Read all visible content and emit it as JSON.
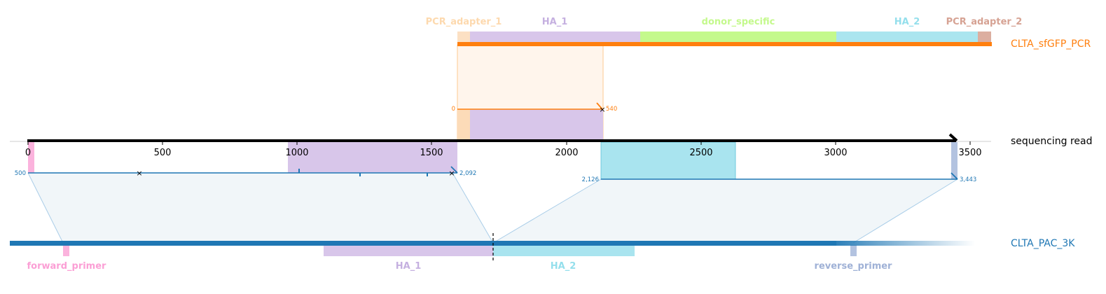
{
  "tracks": {
    "top": {
      "name": "CLTA_sfGFP_PCR",
      "color": "#ff7f0e"
    },
    "middle": {
      "name": "sequencing read",
      "color": "#000000"
    },
    "bottom": {
      "name": "CLTA_PAC_3K",
      "color": "#1f77b4"
    }
  },
  "axis": {
    "ticks": [
      "0",
      "500",
      "1000",
      "1500",
      "2000",
      "2500",
      "3000",
      "3500"
    ]
  },
  "top_features": [
    {
      "label": "PCR_adapter_1",
      "color": "#fdd9ae"
    },
    {
      "label": "HA_1",
      "color": "#c5b0e0"
    },
    {
      "label": "donor_specific",
      "color": "#c4f98c"
    },
    {
      "label": "HA_2",
      "color": "#94dfec"
    },
    {
      "label": "PCR_adapter_2",
      "color": "#d6a293"
    }
  ],
  "bottom_features": [
    {
      "label": "forward_primer",
      "color": "#fb9fd5"
    },
    {
      "label": "HA_1",
      "color": "#c5b0e0"
    },
    {
      "label": "HA_2",
      "color": "#94dfec"
    },
    {
      "label": "reverse_primer",
      "color": "#9fb1d6"
    }
  ],
  "alignments": {
    "top_start": "0",
    "top_end": "540",
    "bottom_1_start": "500",
    "bottom_1_end": "2,092",
    "bottom_2_start": "2,126",
    "bottom_2_end": "3,443"
  }
}
